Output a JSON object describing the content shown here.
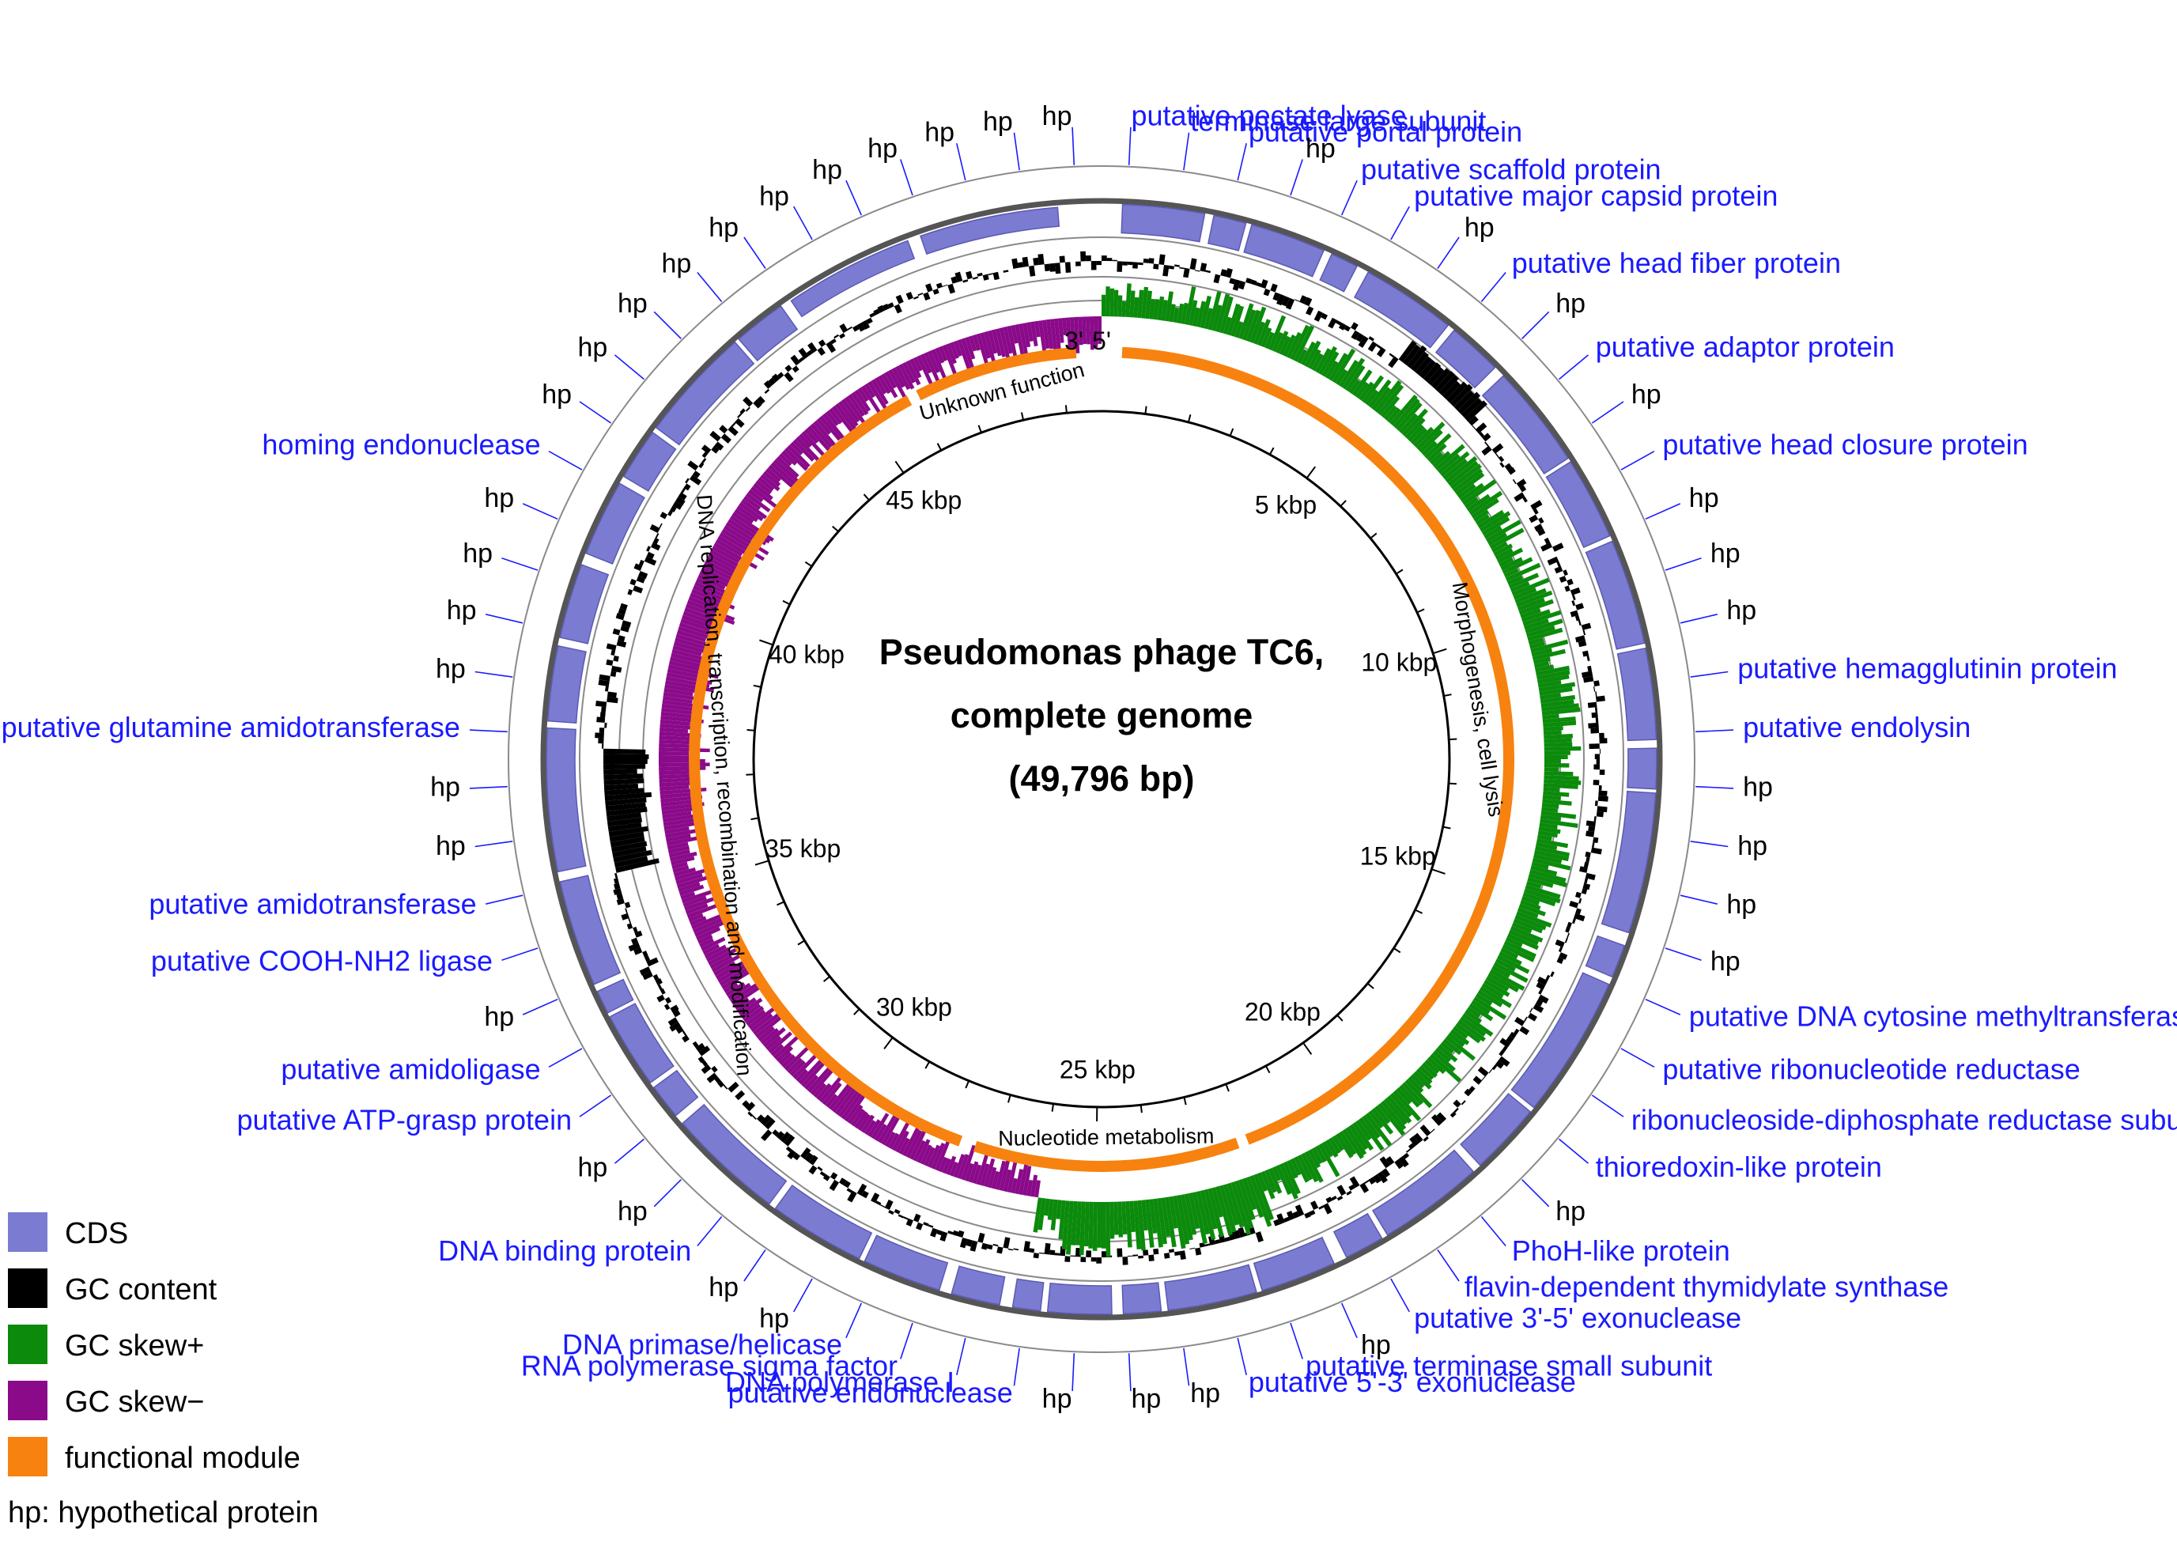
{
  "title_lines": [
    "Pseudomonas phage TC6,",
    "complete genome",
    "(49,796 bp)"
  ],
  "genome_length_bp": 49796,
  "strand_start": "5'",
  "strand_end": "3'",
  "ticks": [
    "5 kbp",
    "10 kbp",
    "15 kbp",
    "20 kbp",
    "25 kbp",
    "30 kbp",
    "35 kbp",
    "40 kbp",
    "45 kbp"
  ],
  "modules": [
    {
      "text": "Morphogenesis, cell lysis",
      "start_kb": 0.4,
      "end_kb": 22.0
    },
    {
      "text": "Nucleotide metabolism",
      "start_kb": 22.2,
      "end_kb": 27.4
    },
    {
      "text": "DNA replication, transcription, recombination and modification",
      "start_kb": 27.7,
      "end_kb": 45.9
    },
    {
      "text": "Unknown function",
      "start_kb": 46.1,
      "end_kb": 49.3
    }
  ],
  "labels": [
    {
      "text": "putative pectate lyase",
      "hp": false
    },
    {
      "text": "terminase large subunit",
      "hp": false
    },
    {
      "text": "putative portal protein",
      "hp": false
    },
    {
      "text": "hp",
      "hp": true
    },
    {
      "text": "putative scaffold protein",
      "hp": false
    },
    {
      "text": "putative major capsid protein",
      "hp": false
    },
    {
      "text": "hp",
      "hp": true
    },
    {
      "text": "putative head fiber protein",
      "hp": false
    },
    {
      "text": "hp",
      "hp": true
    },
    {
      "text": "putative adaptor protein",
      "hp": false
    },
    {
      "text": "hp",
      "hp": true
    },
    {
      "text": "putative head closure protein",
      "hp": false
    },
    {
      "text": "hp",
      "hp": true
    },
    {
      "text": "hp",
      "hp": true
    },
    {
      "text": "hp",
      "hp": true
    },
    {
      "text": "putative hemagglutinin protein",
      "hp": false
    },
    {
      "text": "putative endolysin",
      "hp": false
    },
    {
      "text": "hp",
      "hp": true
    },
    {
      "text": "hp",
      "hp": true
    },
    {
      "text": "hp",
      "hp": true
    },
    {
      "text": "hp",
      "hp": true
    },
    {
      "text": "putative DNA cytosine methyltransferase",
      "hp": false
    },
    {
      "text": "putative ribonucleotide reductase",
      "hp": false
    },
    {
      "text": "ribonucleoside-diphosphate reductase subunit beta",
      "hp": false
    },
    {
      "text": "thioredoxin-like protein",
      "hp": false
    },
    {
      "text": "hp",
      "hp": true
    },
    {
      "text": "PhoH-like protein",
      "hp": false
    },
    {
      "text": "flavin-dependent thymidylate synthase",
      "hp": false
    },
    {
      "text": "putative 3'-5' exonuclease",
      "hp": false
    },
    {
      "text": "hp",
      "hp": true
    },
    {
      "text": "putative terminase small subunit",
      "hp": false
    },
    {
      "text": "putative 5'-3' exonuclease",
      "hp": false
    },
    {
      "text": "hp",
      "hp": true
    },
    {
      "text": "hp",
      "hp": true
    },
    {
      "text": "hp",
      "hp": true
    },
    {
      "text": "putative endonuclease",
      "hp": false
    },
    {
      "text": "DNA polymerase I",
      "hp": false
    },
    {
      "text": "RNA polymerase sigma factor",
      "hp": false
    },
    {
      "text": "DNA primase/helicase",
      "hp": false
    },
    {
      "text": "hp",
      "hp": true
    },
    {
      "text": "hp",
      "hp": true
    },
    {
      "text": "DNA binding protein",
      "hp": false
    },
    {
      "text": "hp",
      "hp": true
    },
    {
      "text": "hp",
      "hp": true
    },
    {
      "text": "putative ATP-grasp protein",
      "hp": false
    },
    {
      "text": "putative amidoligase",
      "hp": false
    },
    {
      "text": "hp",
      "hp": true
    },
    {
      "text": "putative COOH-NH2 ligase",
      "hp": false
    },
    {
      "text": "putative amidotransferase",
      "hp": false
    },
    {
      "text": "hp",
      "hp": true
    },
    {
      "text": "hp",
      "hp": true
    },
    {
      "text": "putative glutamine amidotransferase",
      "hp": false
    },
    {
      "text": "hp",
      "hp": true
    },
    {
      "text": "hp",
      "hp": true
    },
    {
      "text": "hp",
      "hp": true
    },
    {
      "text": "hp",
      "hp": true
    },
    {
      "text": "homing endonuclease",
      "hp": false
    },
    {
      "text": "hp",
      "hp": true
    },
    {
      "text": "hp",
      "hp": true
    },
    {
      "text": "hp",
      "hp": true
    },
    {
      "text": "hp",
      "hp": true
    },
    {
      "text": "hp",
      "hp": true
    },
    {
      "text": "hp",
      "hp": true
    },
    {
      "text": "hp",
      "hp": true
    },
    {
      "text": "hp",
      "hp": true
    },
    {
      "text": "hp",
      "hp": true
    },
    {
      "text": "hp",
      "hp": true
    },
    {
      "text": "hp",
      "hp": true
    }
  ],
  "legend": [
    {
      "label": "CDS",
      "color": "#7b7bd1"
    },
    {
      "label": "GC content",
      "color": "#000000"
    },
    {
      "label": "GC skew+",
      "color": "#0b8a0b"
    },
    {
      "label": "GC skew−",
      "color": "#8a0a8a"
    },
    {
      "label": "functional module",
      "color": "#f7820f"
    }
  ],
  "legend_note": "hp: hypothetical protein",
  "colors": {
    "cds": "#7b7bd1",
    "cds_edge": "#5a5ab5",
    "gc_content": "#000000",
    "gc_skew_pos": "#0b8a0b",
    "gc_skew_neg": "#8a0a8a",
    "module": "#f7820f",
    "label_text": "#1a1aff",
    "leader": "#1a1aff",
    "ring": "#555555"
  },
  "skew_pattern": [
    {
      "start_kb": 0.0,
      "end_kb": 26.0,
      "sign": "+"
    },
    {
      "start_kb": 26.0,
      "end_kb": 49.8,
      "sign": "-"
    }
  ]
}
